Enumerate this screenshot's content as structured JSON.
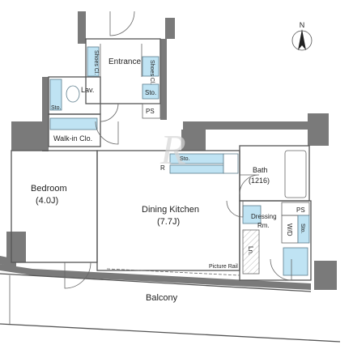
{
  "north": "N",
  "watermark": "R",
  "rooms": {
    "entrance": "Entrance",
    "shoes_left": "Shoes Cl.",
    "shoes_right": "Shoes Cl.",
    "lav": "Lav.",
    "sto_lav": "Sto.",
    "sto_ent": "Sto.",
    "ps_top": "PS",
    "walkin": "Walk-in Clo.",
    "bedroom": "Bedroom",
    "bedroom_size": "(4.0J)",
    "dk": "Dining Kitchen",
    "dk_size": "(7.7J)",
    "sto_kit": "Sto.",
    "r": "R",
    "bath": "Bath",
    "bath_size": "(1216)",
    "dressing1": "Dressing",
    "dressing2": "Rm.",
    "ps_right": "PS",
    "wd": "W/D",
    "sto_right": "Sto.",
    "ln": "Ln.",
    "picture_rail": "Picture Rail",
    "balcony": "Balcony"
  },
  "colors": {
    "wall": "#7a7a7a",
    "fixture_blue": "#bfe3f3",
    "line": "#555555"
  }
}
